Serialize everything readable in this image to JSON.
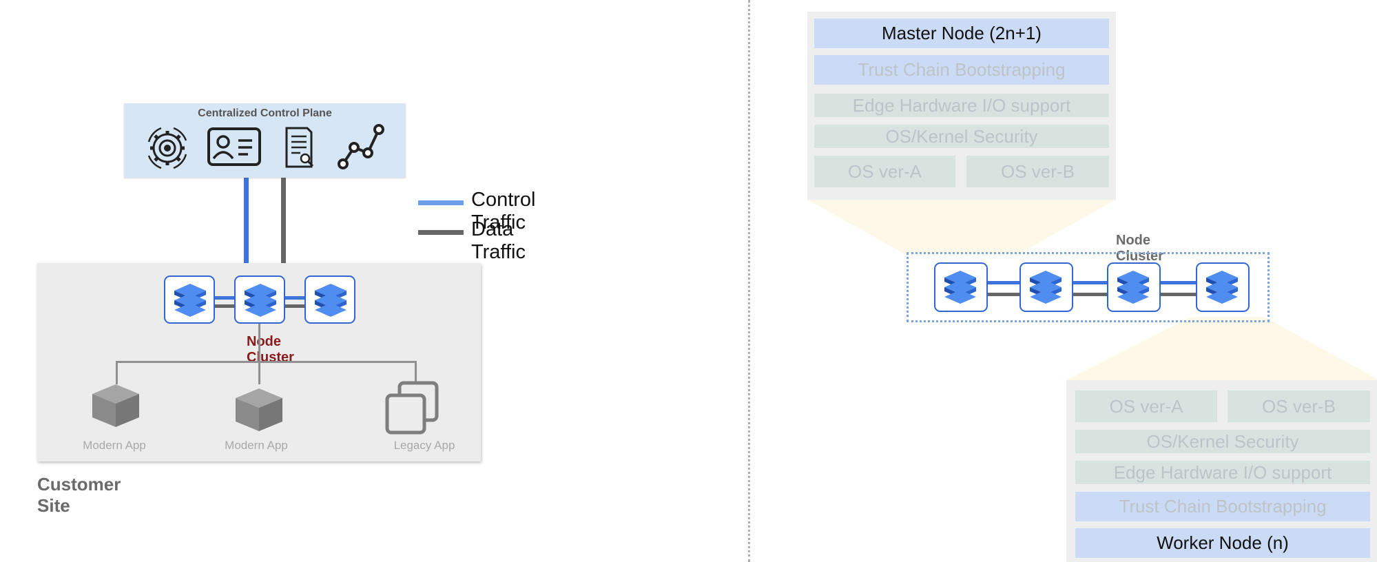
{
  "left": {
    "control_plane": {
      "title": "Centralized Control Plane",
      "icons": [
        "gear-sync-icon",
        "id-card-icon",
        "document-search-icon",
        "analytics-line-icon"
      ]
    },
    "legend": [
      {
        "label": "Control Traffic",
        "color": "#6f9ee8"
      },
      {
        "label": "Data Traffic",
        "color": "#666666"
      }
    ],
    "node_cluster_label": "Node Cluster",
    "apps": [
      {
        "label": "Modern App",
        "icon": "cube-icon"
      },
      {
        "label": "Modern App",
        "icon": "cube-icon"
      },
      {
        "label": "Legacy App",
        "icon": "windows-stack-icon"
      }
    ],
    "site_label": "Customer Site"
  },
  "right": {
    "master_stack": {
      "title": "Master Node (2n+1)",
      "layers": [
        "Trust Chain Bootstrapping",
        "Edge Hardware I/O support",
        "OS/Kernel Security"
      ],
      "os_versions": [
        "OS ver-A",
        "OS ver-B"
      ]
    },
    "node_cluster_label": "Node Cluster",
    "worker_stack": {
      "title": "Worker Node (n)",
      "os_versions": [
        "OS ver-A",
        "OS ver-B"
      ],
      "layers": [
        "OS/Kernel Security",
        "Edge Hardware I/O support",
        "Trust Chain Bootstrapping"
      ]
    }
  },
  "colors": {
    "control_traffic": "#3f73dd",
    "data_traffic": "#666666",
    "node_border": "#2f66d4",
    "node_cluster_red": "#8b1a1a"
  }
}
